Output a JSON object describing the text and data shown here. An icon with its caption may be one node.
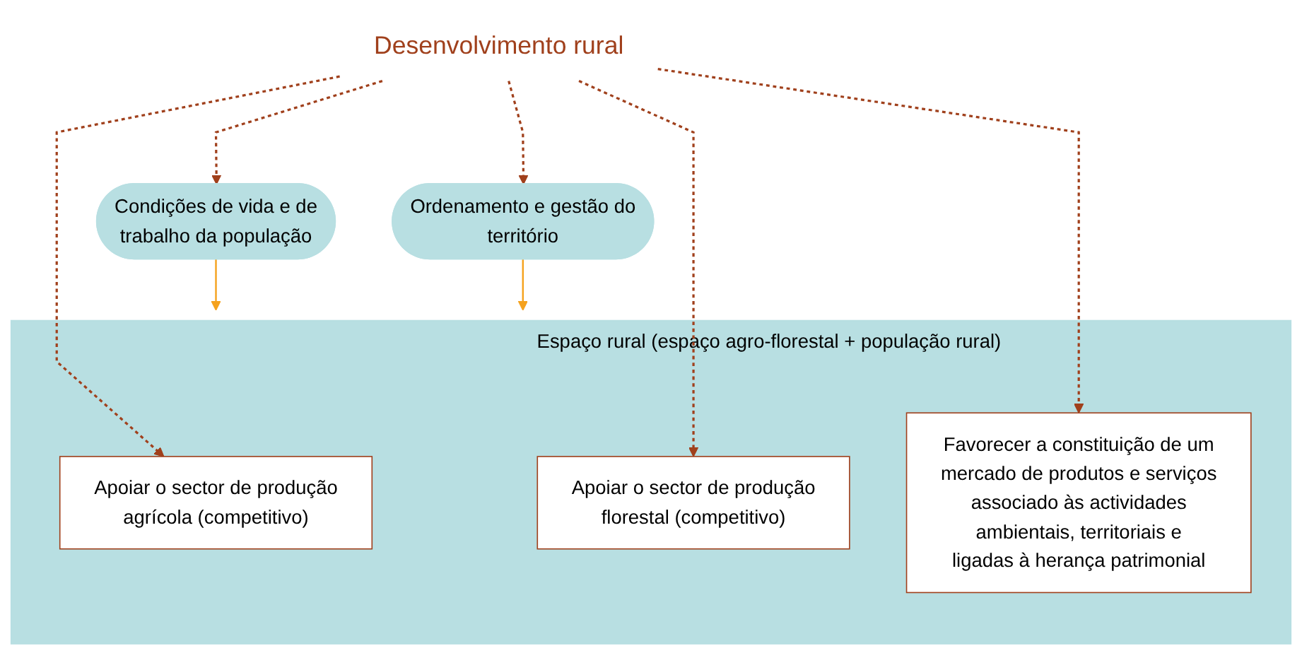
{
  "diagram": {
    "nodes": [
      {
        "text": [
          "Desenvolvimento rural"
        ]
      },
      {
        "text": [
          "Condições de vida e de trabalho da população"
        ]
      },
      {
        "text": [
          "Ordenamento e gestão do território"
        ]
      },
      {
        "text": [
          "Espaço rural (espaço agro-florestal + população rural)"
        ]
      },
      {
        "text": [
          "Apoiar o sector de produção agrícola (competitivo)"
        ],
        "in": 3
      },
      {
        "text": [
          "Apoiar o sector de produção florestal (competitivo)"
        ],
        "in": 3
      },
      {
        "text": [
          "Favorecer a constituição de um mercado de produtos e serviços associado às actividades ambientais, territoriais e ligadas à herança patrimonial"
        ],
        "in": 3
      }
    ],
    "edges": [
      {
        "from": 0,
        "to": 1,
        "arrow": "to",
        "style": "dashed"
      },
      {
        "from": 0,
        "to": 2,
        "arrow": "to",
        "style": "dashed"
      },
      {
        "from": 0,
        "to": 4,
        "arrow": "to",
        "style": "dashed"
      },
      {
        "from": 0,
        "to": 5,
        "arrow": "to",
        "style": "dashed"
      },
      {
        "from": 0,
        "to": 6,
        "arrow": "to",
        "style": "dashed"
      },
      {
        "from": 1,
        "to": 3,
        "arrow": "to",
        "color": "#f5a21e"
      },
      {
        "from": 2,
        "to": 3,
        "arrow": "to",
        "color": "#f5a21e"
      }
    ]
  }
}
